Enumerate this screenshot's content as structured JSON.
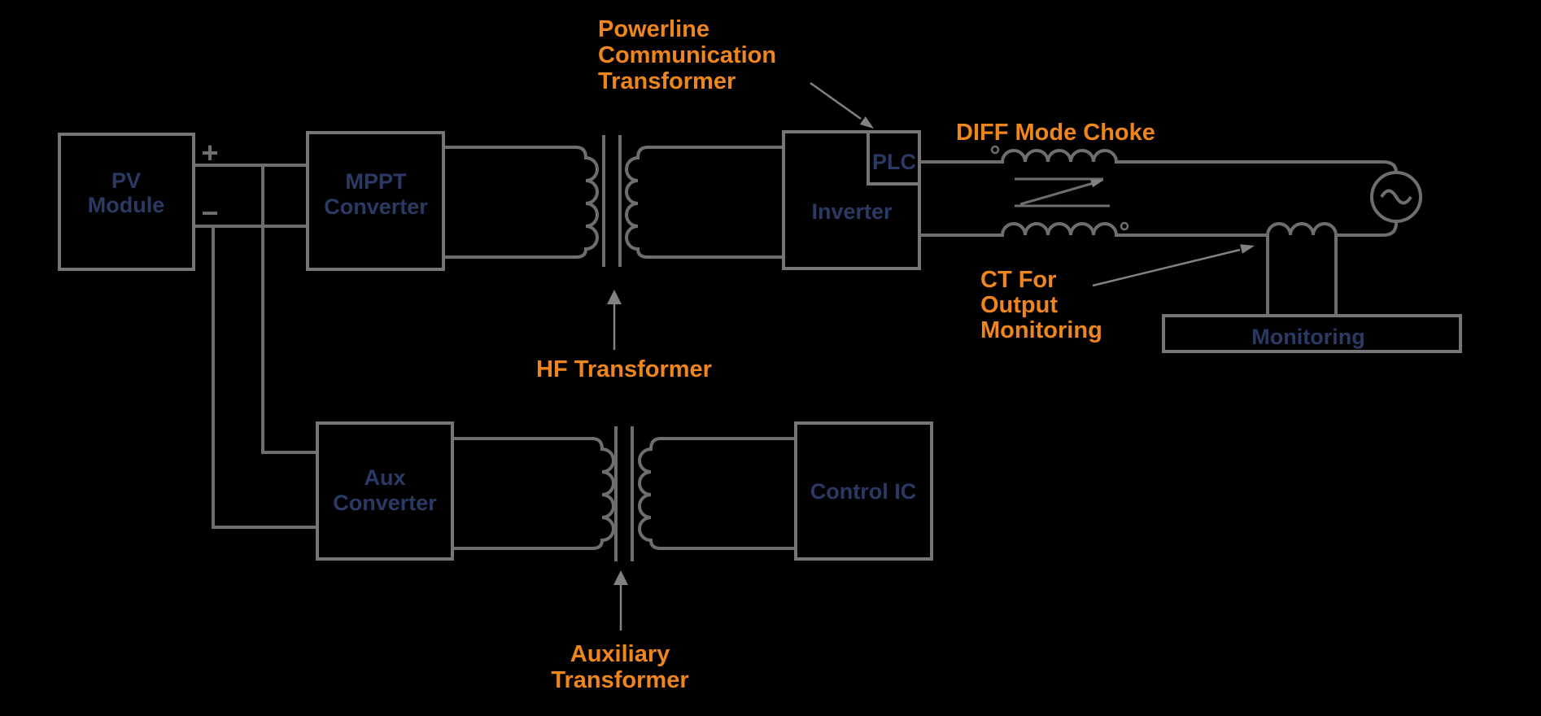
{
  "colors": {
    "background": "#000000",
    "annotation_orange": "#EE861D",
    "block_label_navy": "#2B3A64",
    "wire_gray": "#6E6E6E",
    "arrow_gray": "#828282"
  },
  "boxes": {
    "pv_module": {
      "line1": "PV",
      "line2": "Module"
    },
    "mppt_converter": {
      "line1": "MPPT",
      "line2": "Converter"
    },
    "inverter": {
      "label": "Inverter"
    },
    "plc": {
      "label": "PLC"
    },
    "aux_converter": {
      "line1": "Aux",
      "line2": "Converter"
    },
    "control_ic": {
      "label": "Control IC"
    },
    "monitoring": {
      "label": "Monitoring"
    }
  },
  "annotations": {
    "powerline_transformer": {
      "line1": "Powerline",
      "line2": "Communication",
      "line3": "Transformer"
    },
    "diff_mode_choke": {
      "label": "DIFF Mode Choke"
    },
    "ct_output_monitoring": {
      "line1": "CT For",
      "line2": "Output",
      "line3": "Monitoring"
    },
    "hf_transformer": {
      "label": "HF Transformer"
    },
    "auxiliary_transformer": {
      "line1": "Auxiliary",
      "line2": "Transformer"
    }
  },
  "symbols": {
    "pv_positive": "+",
    "pv_negative": "−",
    "ac_source_icon": "sine-wave"
  }
}
